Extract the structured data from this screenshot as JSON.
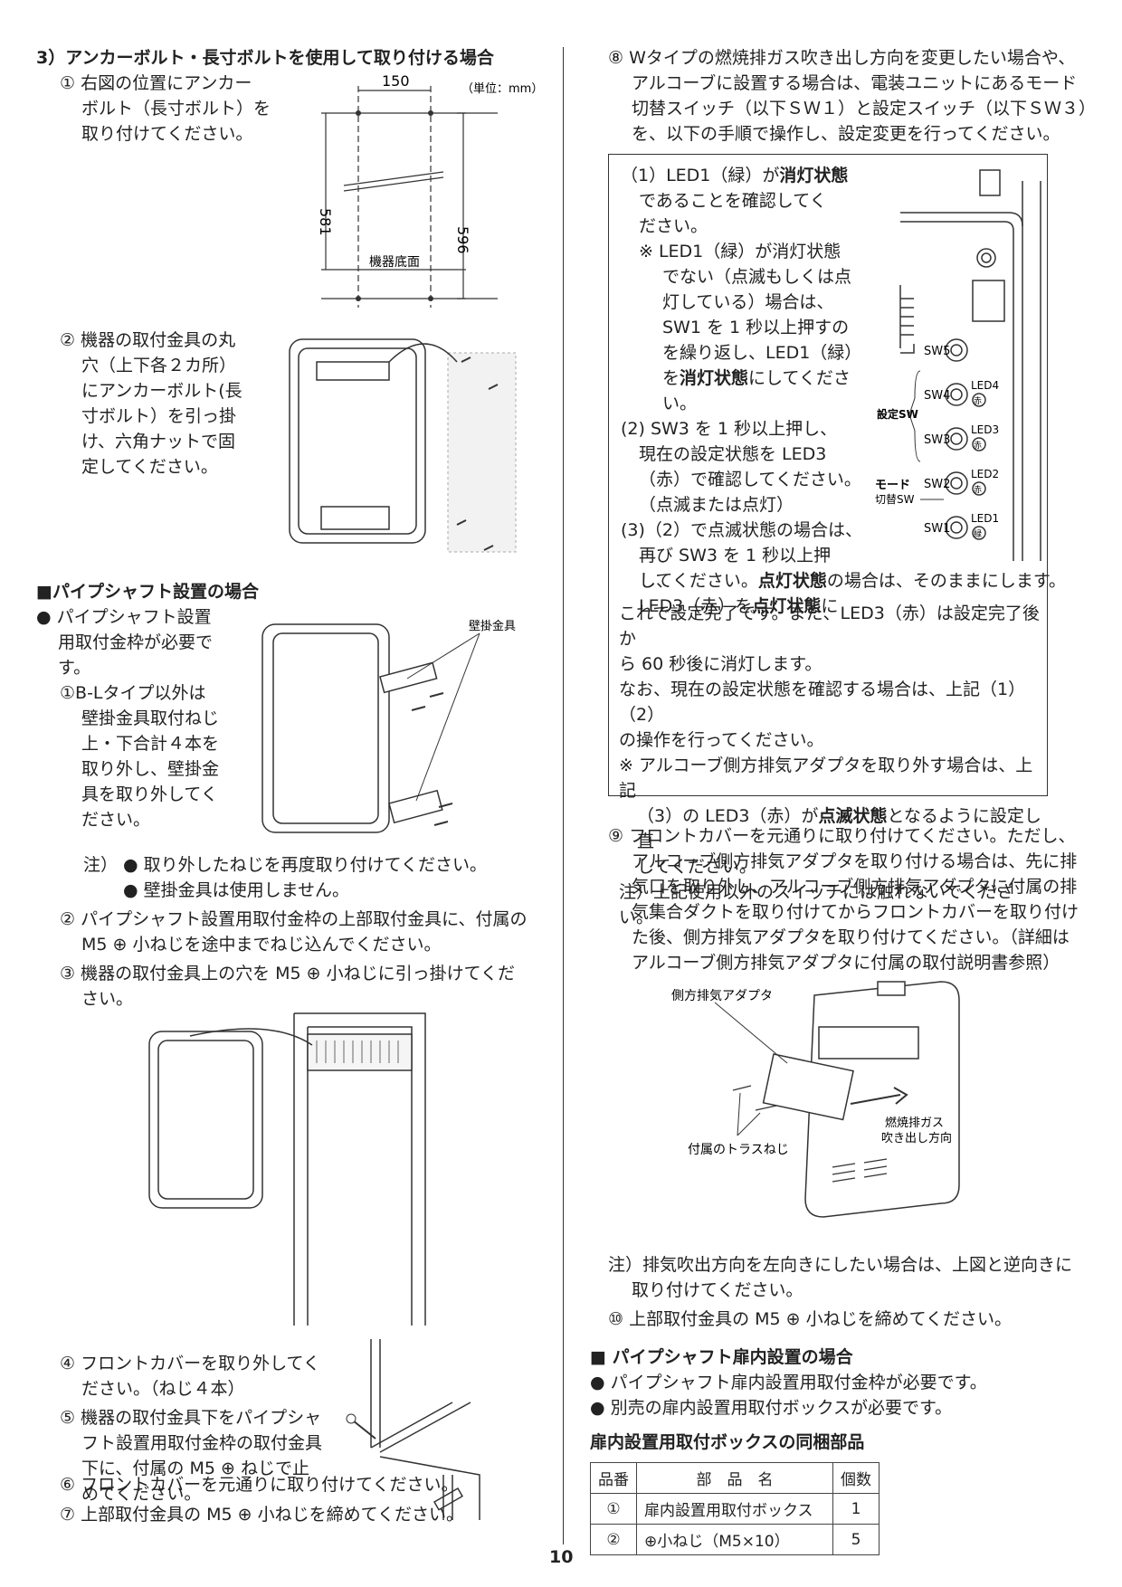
{
  "left": {
    "s3_title": "3）アンカーボルト・長寸ボルトを使用して取り付ける場合",
    "s3_step1": [
      "① 右図の位置にアンカー",
      "ボルト（長寸ボルト）を",
      "取り付けてください。"
    ],
    "diagram1": {
      "unit": "（単位：mm）",
      "width": "150",
      "h1": "581",
      "h2": "596",
      "bottom": "機器底面"
    },
    "s3_step2": [
      "② 機器の取付金具の丸",
      "穴（上下各２カ所）",
      "にアンカーボルト(長",
      "寸ボルト）を引っ掛",
      "け、六角ナットで固",
      "定してください。"
    ],
    "pipe_title": "■パイプシャフト設置の場合",
    "pipe_bullet": [
      "● パイプシャフト設置",
      "用取付金枠が必要で",
      "す。"
    ],
    "pipe_step1": [
      "①B-Lタイプ以外は",
      "壁掛金具取付ねじ",
      "上・下合計４本を",
      "取り外し、壁掛金",
      "具を取り外してく",
      "ださい。"
    ],
    "wall_bracket": "壁掛金具",
    "note1_label": "注）",
    "note1": [
      "● 取り外したねじを再度取り付けてください。",
      "● 壁掛金具は使用しません。"
    ],
    "pipe_step2": [
      "② パイプシャフト設置用取付金枠の上部取付金具に、付属の",
      "M5 ⊕ 小ねじを途中までねじ込んでください。"
    ],
    "pipe_step3": [
      "③ 機器の取付金具上の穴を M5 ⊕ 小ねじに引っ掛けてくだ",
      "さい。"
    ],
    "pipe_step4": [
      "④ フロントカバーを取り外してく",
      "ださい。（ねじ４本）"
    ],
    "pipe_step5": [
      "⑤ 機器の取付金具下をパイプシャ",
      "フト設置用取付金枠の取付金具",
      "下に、付属の M5 ⊕ ねじで止",
      "めてください。"
    ],
    "pipe_step6": "⑥ フロントカバーを元通りに取り付けてください。",
    "pipe_step7": "⑦ 上部取付金具の M5 ⊕ 小ねじを締めてください。"
  },
  "right": {
    "step8": [
      "⑧ Wタイプの燃焼排ガス吹き出し方向を変更したい場合や、",
      "アルコーブに設置する場合は、電装ユニットにあるモード",
      "切替スイッチ（以下ＳＷ１）と設定スイッチ（以下ＳＷ３）",
      "を、以下の手順で操作し、設定変更を行ってください。"
    ],
    "box": {
      "p1_a": "（1）LED1（緑）が",
      "p1_bold": "消灯状態",
      "p1_b": [
        "であることを確認してく",
        "ださい。"
      ],
      "p1_note": [
        "※ LED1（緑）が消灯状態",
        "でない（点滅もしくは点",
        "灯している）場合は、",
        "SW1 を 1 秒以上押すの",
        "を繰り返し、LED1（緑）"
      ],
      "p1_note_last_a": "を",
      "p1_note_last_bold": "消灯状態",
      "p1_note_last_b": "にしてくださ",
      "p1_note_end": "い。",
      "p2": [
        "(2) SW3 を 1 秒以上押し、",
        "現在の設定状態を LED3",
        "（赤）で確認してください。",
        "（点滅または点灯）"
      ],
      "p3": [
        "(3)（2）で点滅状態の場合は、",
        "再び SW3 を 1 秒以上押し、"
      ],
      "p3_c_a": "LED3（赤）を",
      "p3_c_bold": "点灯状態",
      "p3_c_b": "に",
      "p3_d_a": "してください。",
      "p3_d_bold": "点灯状態",
      "p3_d_b": "の場合は、そのままにします。",
      "done": [
        "これで設定完了です。また、LED3（赤）は設定完了後か",
        "ら 60 秒後に消灯します。",
        "なお、現在の設定状態を確認する場合は、上記（1）（2）",
        "の操作を行ってください。",
        "※ アルコーブ側方排気アダプタを取り外す場合は、上記"
      ],
      "done_e_a": "（3）の LED3（赤）が",
      "done_e_bold": "点滅状態",
      "done_e_b": "となるように設定し直",
      "done_f": "してください。",
      "note": "注）上記使用以外のスイッチには触れないでください。",
      "sw": {
        "sw5": "SW5",
        "sw4": "SW4",
        "sw3": "SW3",
        "sw2": "SW2",
        "sw1": "SW1",
        "led4": "LED4",
        "led3": "LED3",
        "led2": "LED2",
        "led1": "LED1",
        "red": "赤",
        "green": "緑",
        "setting_sw": "設定SW",
        "mode": "モード",
        "mode_sw": "切替SW"
      }
    },
    "step9": [
      "⑨ フロントカバーを元通りに取り付けてください。ただし、",
      "アルコーブ側方排気アダプタを取り付ける場合は、先に排",
      "気口を取り外し、アルコーブ側方排気アダプタに付属の排",
      "気集合ダクトを取り付けてからフロントカバーを取り付け",
      "た後、側方排気アダプタを取り付けてください。（詳細は",
      "アルコーブ側方排気アダプタに付属の取付説明書参照）"
    ],
    "adapter": {
      "label": "側方排気アダプタ",
      "screw": "付属のトラスねじ",
      "exhaust1": "燃焼排ガス",
      "exhaust2": "吹き出し方向"
    },
    "note2": [
      "注）排気吹出方向を左向きにしたい場合は、上図と逆向きに",
      "取り付けてください。"
    ],
    "step10": "⑩ 上部取付金具の M5 ⊕ 小ねじを締めてください。",
    "door_title": "■ パイプシャフト扉内設置の場合",
    "door_b1": "● パイプシャフト扉内設置用取付金枠が必要です。",
    "door_b2": "● 別売の扉内設置用取付ボックスが必要です。",
    "parts_title": "扉内設置用取付ボックスの同梱部品",
    "parts_table": {
      "headers": [
        "品番",
        "部　品　名",
        "個数"
      ],
      "rows": [
        [
          "①",
          "扉内設置用取付ボックス",
          "1"
        ],
        [
          "②",
          "⊕小ねじ（M5×10）",
          "5"
        ]
      ]
    }
  },
  "page_number": "10"
}
